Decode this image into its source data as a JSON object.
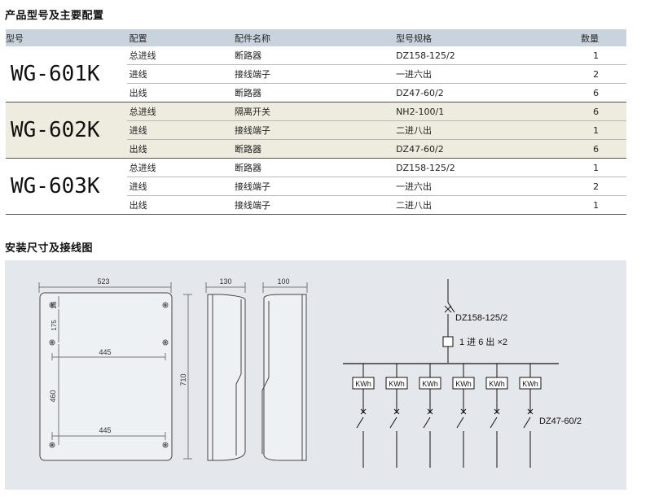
{
  "section1_title": "产品型号及主要配置",
  "section2_title": "安装尺寸及接线图",
  "table": {
    "headers": [
      "型号",
      "配置",
      "配件名称",
      "型号规格",
      "数量"
    ],
    "groups": [
      {
        "model": "WG-601K",
        "rows": [
          [
            "总进线",
            "断路器",
            "DZ158-125/2",
            "1"
          ],
          [
            "进线",
            "接线端子",
            "一进六出",
            "2"
          ],
          [
            "出线",
            "断路器",
            "DZ47-60/2",
            "6"
          ]
        ]
      },
      {
        "model": "WG-602K",
        "rows": [
          [
            "总进线",
            "隔离开关",
            "NH2-100/1",
            "6"
          ],
          [
            "进线",
            "接线端子",
            "二进八出",
            "1"
          ],
          [
            "出线",
            "断路器",
            "DZ47-60/2",
            "6"
          ]
        ]
      },
      {
        "model": "WG-603K",
        "rows": [
          [
            "总进线",
            "断路器",
            "DZ158-125/2",
            "1"
          ],
          [
            "进线",
            "接线端子",
            "一进六出",
            "2"
          ],
          [
            "出线",
            "接线端子",
            "二进八出",
            "1"
          ]
        ]
      }
    ]
  },
  "drawing": {
    "dim_width": "523",
    "dim_25": "25",
    "dim_175": "175",
    "dim_445_top": "445",
    "dim_460": "460",
    "dim_445_bottom": "445",
    "dim_710": "710",
    "side1_width": "130",
    "side2_width": "100"
  },
  "wiring": {
    "main_breaker": "DZ158-125/2",
    "terminal_label": "1 进 6 出 ×2",
    "meter_label": "KWh",
    "meter_count": 6,
    "branch_breaker": "DZ47-60/2"
  }
}
